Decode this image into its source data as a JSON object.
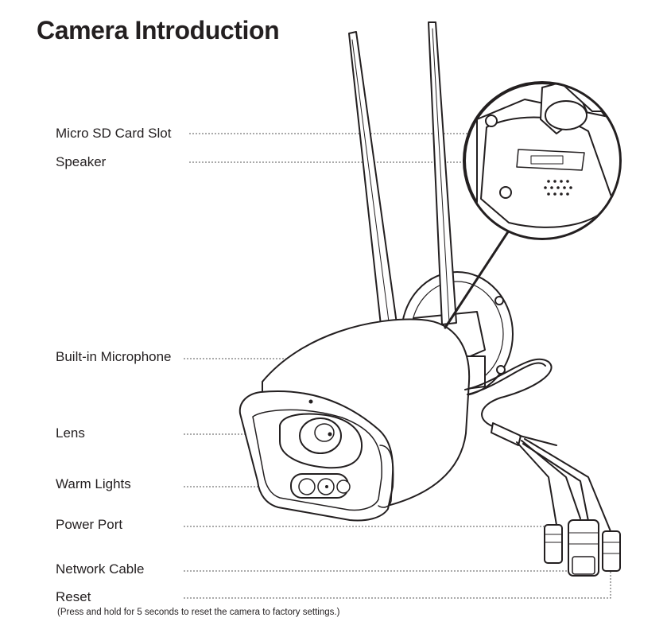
{
  "title": "Camera Introduction",
  "labels": {
    "micro_sd": "Micro SD Card Slot",
    "speaker": "Speaker",
    "microphone": "Built-in Microphone",
    "lens": "Lens",
    "warm_lights": "Warm Lights",
    "power_port": "Power Port",
    "network_cable": "Network Cable",
    "reset": "Reset"
  },
  "reset_note": "(Press and hold for 5 seconds to reset the camera to factory settings.)",
  "colors": {
    "ink": "#231f20",
    "leader": "#555555"
  }
}
